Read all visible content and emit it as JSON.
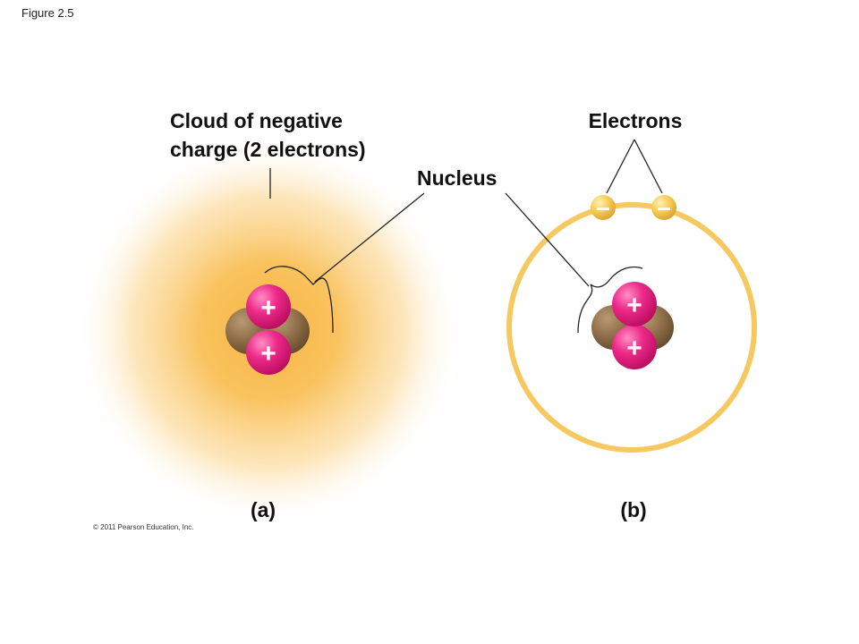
{
  "figure_number": "Figure 2.5",
  "labels": {
    "cloud_line1": "Cloud of negative",
    "cloud_line2": "charge (2 electrons)",
    "nucleus": "Nucleus",
    "electrons": "Electrons",
    "panel_a": "(a)",
    "panel_b": "(b)"
  },
  "symbols": {
    "proton": "+",
    "electron": "–"
  },
  "copyright": "© 2011 Pearson Education, Inc.",
  "colors": {
    "cloud": "#f7b744",
    "orbit": "#f6c860",
    "proton": "#e6187a",
    "neutron": "#8b6a44",
    "electron": "#f5c242"
  }
}
